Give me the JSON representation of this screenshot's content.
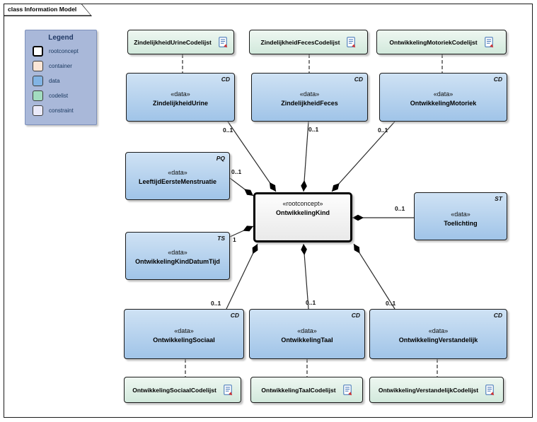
{
  "frame": {
    "tab": "class Information Model"
  },
  "legend": {
    "title": "Legend",
    "items": [
      {
        "label": "rootconcept",
        "color": "#ffffff"
      },
      {
        "label": "container",
        "color": "#fbe5d6"
      },
      {
        "label": "data",
        "color": "#82b4e4"
      },
      {
        "label": "codelist",
        "color": "#a2dcc0"
      },
      {
        "label": "constraint",
        "color": "#eaeaf9"
      }
    ]
  },
  "center": {
    "stereotype": "«rootconcept»",
    "name": "OntwikkelingKind"
  },
  "data_nodes": [
    {
      "stereotype": "«data»",
      "name": "ZindelijkheidUrine",
      "type_code": "CD"
    },
    {
      "stereotype": "«data»",
      "name": "ZindelijkheidFeces",
      "type_code": "CD"
    },
    {
      "stereotype": "«data»",
      "name": "OntwikkelingMotoriek",
      "type_code": "CD"
    },
    {
      "stereotype": "«data»",
      "name": "LeeftijdEersteMenstruatie",
      "type_code": "PQ"
    },
    {
      "stereotype": "«data»",
      "name": "OntwikkelingKindDatumTijd",
      "type_code": "TS"
    },
    {
      "stereotype": "«data»",
      "name": "Toelichting",
      "type_code": "ST"
    },
    {
      "stereotype": "«data»",
      "name": "OntwikkelingSociaal",
      "type_code": "CD"
    },
    {
      "stereotype": "«data»",
      "name": "OntwikkelingTaal",
      "type_code": "CD"
    },
    {
      "stereotype": "«data»",
      "name": "OntwikkelingVerstandelijk",
      "type_code": "CD"
    }
  ],
  "codelist_nodes": [
    {
      "name": "ZindelijkheidUrineCodelijst"
    },
    {
      "name": "ZindelijkheidFecesCodelijst"
    },
    {
      "name": "OntwikkelingMotoriekCodelijst"
    },
    {
      "name": "OntwikkelingSociaalCodelijst"
    },
    {
      "name": "OntwikkelingTaalCodelijst"
    },
    {
      "name": "OntwikkelingVerstandelijkCodelijst"
    }
  ],
  "multiplicities": {
    "urine": "0..1",
    "feces": "0..1",
    "motoriek": "0..1",
    "menstruatie": "0..1",
    "datumtijd": "1",
    "toelichting": "0..1",
    "sociaal": "0..1",
    "taal": "0..1",
    "verstandelijk": "0..1"
  },
  "colors": {
    "data_fill_top": "#cfe2f4",
    "data_fill_bottom": "#a0c4e8",
    "codelist_fill_top": "#eef7f1",
    "codelist_fill_bottom": "#d2e9dc",
    "legend_bg": "#a9b8d9",
    "legend_title_text": "#1f3864",
    "diamond": "#000000",
    "connector": "#2a2a2a"
  }
}
